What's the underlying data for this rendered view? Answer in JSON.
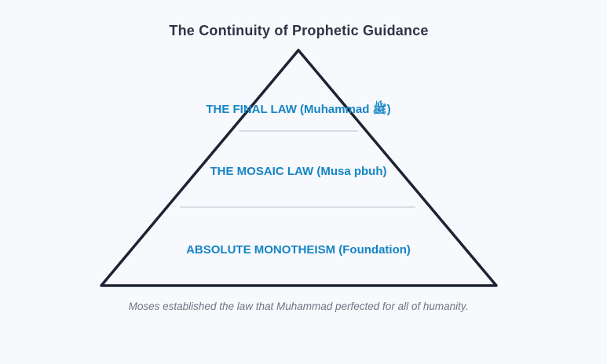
{
  "title": "The Continuity of Prophetic Guidance",
  "pyramid": {
    "levels": [
      {
        "label": "THE FINAL LAW (Muhammad ﷺ)"
      },
      {
        "label": "THE MOSAIC LAW (Musa pbuh)"
      },
      {
        "label": "ABSOLUTE MONOTHEISM (Foundation)"
      }
    ]
  },
  "caption": "Moses established the law that Muhammad perfected for all of humanity.",
  "colors": {
    "background": "#f8f9fc",
    "title_text": "#2d3445",
    "outline": "#1c2434",
    "level_text": "#1385c6",
    "divider": "#d8dde6",
    "caption_text": "#6c7584"
  }
}
